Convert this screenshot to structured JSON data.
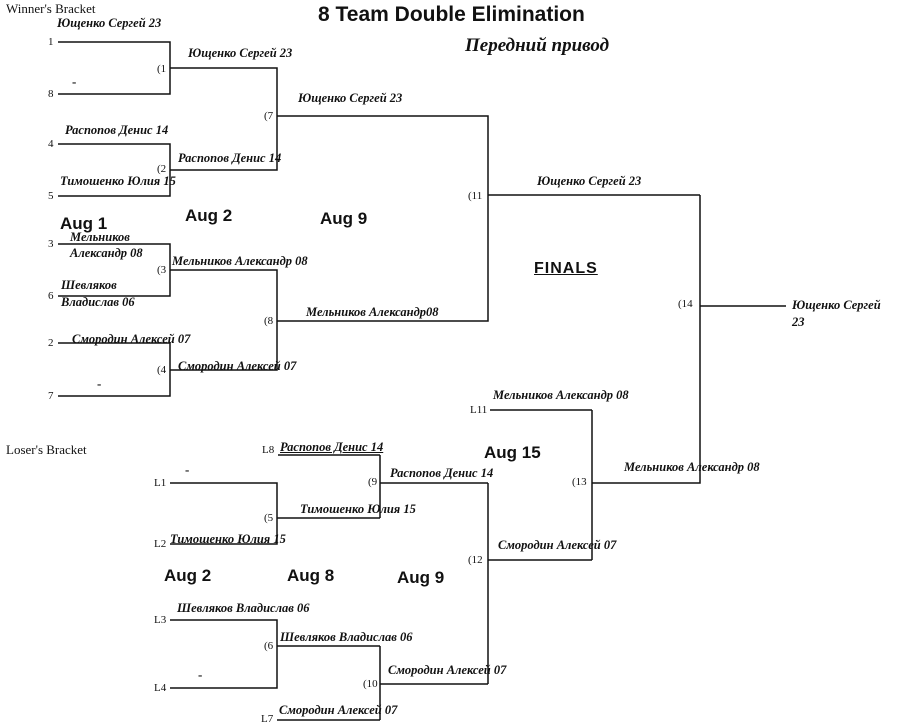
{
  "title": "8 Team Double Elimination",
  "subtitle": "Передний привод",
  "winners_label": "Winner's Bracket",
  "losers_label": "Loser's Bracket",
  "finals_label": "FINALS",
  "dates": {
    "w1": "Aug 1",
    "w2": "Aug 2",
    "w3": "Aug 9",
    "l1": "Aug 2",
    "l2": "Aug 8",
    "l3": "Aug 9",
    "l4": "Aug 15"
  },
  "seeds": {
    "s1": "1",
    "s8": "8",
    "s4": "4",
    "s5": "5",
    "s3": "3",
    "s6": "6",
    "s2": "2",
    "s7": "7",
    "l1": "L1",
    "l2": "L2",
    "l3": "L3",
    "l4": "L4",
    "l7": "L7",
    "l8": "L8",
    "l11": "L11"
  },
  "games": {
    "g1": "(1",
    "g2": "(2",
    "g3": "(3",
    "g4": "(4",
    "g5": "(5",
    "g6": "(6",
    "g7": "(7",
    "g8": "(8",
    "g9": "(9",
    "g10": "(10",
    "g11": "(11",
    "g12": "(12",
    "g13": "(13",
    "g14": "(14"
  },
  "bye": "-",
  "entries": {
    "r1_s1": "Ющенко Сергей 23",
    "r1_s4": "Распопов Денис 14",
    "r1_s5": "Тимошенко Юлия 15",
    "r1_s3_a": "Мельников",
    "r1_s3_b": "Александр 08",
    "r1_s6_a": "Шевляков",
    "r1_s6_b": "Владислав 06",
    "r1_s2": "Смородин Алексей 07",
    "g1_winner": "Ющенко Сергей 23",
    "g2_winner": "Распопов Денис 14",
    "g3_winner": "Мельников Александр 08",
    "g4_winner": "Смородин Алексей 07",
    "g7_winner": "Ющенко Сергей 23",
    "g8_winner": "Мельников Александр08",
    "g11_winner": "Ющенко Сергей 23",
    "champion_a": "Ющенко Сергей",
    "champion_b": "23",
    "l8_entry": "Распопов Денис  14",
    "l2_entry": "Тимошенко Юлия 15",
    "g5_winner": "Тимошенко Юлия 15",
    "g9_winner": "Распопов Денис  14",
    "l3_entry": "Шевляков Владислав 06",
    "g6_winner": "Шевляков Владислав 06",
    "l7_entry": "Смородин Алексей 07",
    "g10_winner": "Смородин Алексей 07",
    "g12_winner": "Смородин Алексей 07",
    "l11_entry": "Мельников Александр 08",
    "g13_winner": "Мельников Александр 08"
  }
}
